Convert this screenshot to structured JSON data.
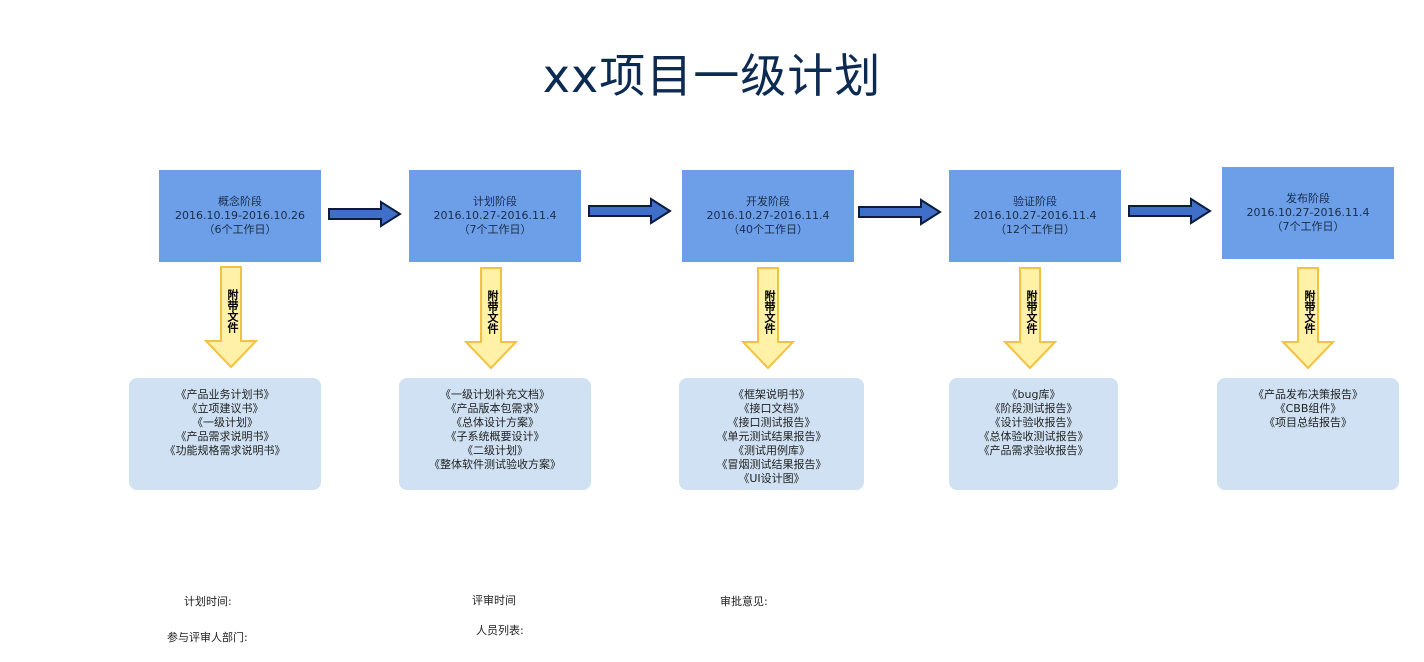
{
  "title": "xx项目一级计划",
  "arrow_label": "附带文件",
  "phases": [
    {
      "name": "概念阶段",
      "dates": "2016.10.19-2016.10.26",
      "days": "（6个工作日）",
      "docs": [
        "《产品业务计划书》",
        "《立项建议书》",
        "《一级计划》",
        "《产品需求说明书》",
        "《功能规格需求说明书》"
      ]
    },
    {
      "name": "计划阶段",
      "dates": "2016.10.27-2016.11.4",
      "days": "（7个工作日）",
      "docs": [
        "《一级计划补充文档》",
        "《产品版本包需求》",
        "《总体设计方案》",
        "《子系统概要设计》",
        "《二级计划》",
        "《整体软件测试验收方案》"
      ]
    },
    {
      "name": "开发阶段",
      "dates": "2016.10.27-2016.11.4",
      "days": "（40个工作日）",
      "docs": [
        "《框架说明书》",
        "《接口文档》",
        "《接口测试报告》",
        "《单元测试结果报告》",
        "《测试用例库》",
        "《冒烟测试结果报告》",
        "《UI设计图》"
      ]
    },
    {
      "name": "验证阶段",
      "dates": "2016.10.27-2016.11.4",
      "days": "（12个工作日）",
      "docs": [
        "《bug库》",
        "《阶段测试报告》",
        "《设计验收报告》",
        "《总体验收测试报告》",
        "《产品需求验收报告》"
      ]
    },
    {
      "name": "发布阶段",
      "dates": "2016.10.27-2016.11.4",
      "days": "（7个工作日）",
      "docs": [
        "《产品发布决策报告》",
        "《CBB组件》",
        "《项目总结报告》"
      ]
    }
  ],
  "footer": {
    "plan_time": "计划时间:",
    "review_time": "评审时间",
    "approval": "审批意见:",
    "departments": "参与评审人部门:",
    "members": "人员列表:"
  },
  "colors": {
    "phase_box": "#6d9fe8",
    "doc_box": "#cfe1f2",
    "h_arrow_fill": "#3f6fc9",
    "v_arrow_fill": "#fff2a8",
    "v_arrow_stroke": "#f2c244",
    "title": "#0d2b52"
  }
}
